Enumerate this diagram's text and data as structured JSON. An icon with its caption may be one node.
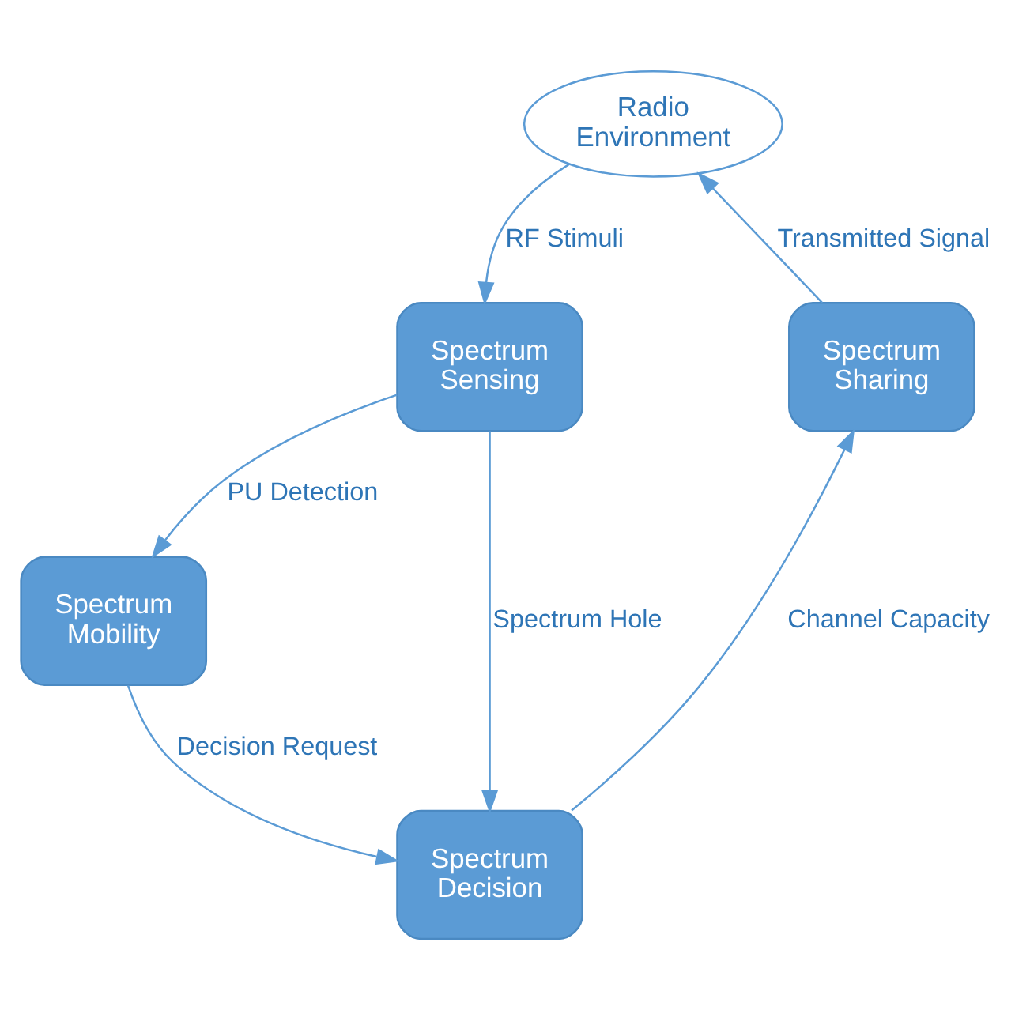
{
  "diagram": {
    "nodes": [
      {
        "text": [
          "Radio Environment"
        ]
      },
      {
        "text": [
          "Spectrum Mobility"
        ]
      },
      {
        "text": [
          "Spectrum Sharing"
        ]
      },
      {
        "text": [
          "Spectrum Sensing"
        ]
      },
      {
        "text": [
          "Spectrum Decision"
        ]
      }
    ],
    "edges": [
      {
        "from": 0,
        "to": 3,
        "arrow": "to",
        "label": "RF Stimuli"
      },
      {
        "from": 3,
        "to": 1,
        "arrow": "to",
        "label": "PU Detection"
      },
      {
        "from": 3,
        "to": 4,
        "arrow": "to",
        "label": "Spectrum Hole"
      },
      {
        "from": 1,
        "to": 4,
        "arrow": "to",
        "label": "Decision Request"
      },
      {
        "from": 4,
        "to": 2,
        "arrow": "to",
        "label": "Channel Capacity"
      },
      {
        "from": 2,
        "to": 0,
        "arrow": "to",
        "label": "Transmitted Signal"
      }
    ]
  }
}
